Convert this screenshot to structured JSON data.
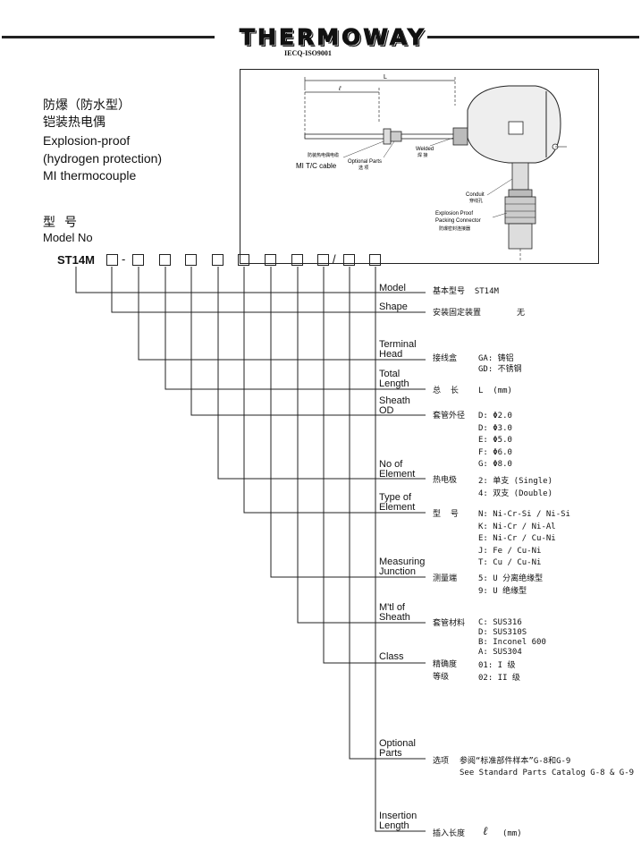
{
  "header": {
    "brand": "THERMOWAY",
    "certification": "IECQ-ISO9001"
  },
  "title": {
    "cn_line1": "防爆（防水型）",
    "cn_line2": "铠装热电偶",
    "en_line1": "Explosion-proof",
    "en_line2": "(hydrogen protection)",
    "en_line3": "MI thermocouple"
  },
  "diagram": {
    "dim_L": "L",
    "dim_l": "ℓ",
    "label_mi_cn": "防装热电偶电缆",
    "label_mi_en": "MI T/C cable",
    "label_opt_en": "Optional Parts",
    "label_opt_cn": "选 项",
    "label_welded_en": "Welded",
    "label_welded_cn": "焊 接",
    "label_conduit_en": "Conduit",
    "label_conduit_cn": "穿线孔",
    "label_packing_en1": "Explosion Proof",
    "label_packing_en2": "Packing Connector",
    "label_packing_cn": "防爆密封连接器"
  },
  "model": {
    "cn": "型号",
    "en": "Model No",
    "code": "ST14M",
    "dash": "-",
    "slash": "/"
  },
  "rows": {
    "model": {
      "label": "Model",
      "cn": "基本型号  ST14M"
    },
    "shape": {
      "label": "Shape",
      "cn": "安装固定装置",
      "value": "无"
    },
    "terminal": {
      "label1": "Terminal",
      "label2": "Head",
      "cn": "接线盒",
      "opts": "GA: 铸铝\nGD: 不锈钢"
    },
    "length": {
      "label1": "Total",
      "label2": "Length",
      "cn": "总  长",
      "opts": "L  (mm)"
    },
    "sheath": {
      "label1": "Sheath",
      "label2": "OD",
      "cn": "套管外径",
      "opts": "D: Φ2.0\nD: Φ3.0\nE: Φ5.0\nF: Φ6.0\nG: Φ8.0"
    },
    "element_no": {
      "label1": "No of",
      "label2": "Element",
      "cn": "热电极",
      "opts": "2: 单支 (Single)\n4: 双支 (Double)"
    },
    "element_type": {
      "label1": "Type of",
      "label2": "Element",
      "cn": "型  号",
      "opts": "N: Ni-Cr-Si / Ni-Si\nK: Ni-Cr / Ni-Al\nE: Ni-Cr / Cu-Ni\nJ: Fe / Cu-Ni\nT: Cu / Cu-Ni"
    },
    "junction": {
      "label1": "Measuring",
      "label2": "Junction",
      "cn": "测量端",
      "opts": "5: U 分离绝缘型\n9: U 绝缘型"
    },
    "material": {
      "label1": "M'tl of",
      "label2": "Sheath",
      "cn": "套管材料",
      "opts": "C: SUS316\nD: SUS310S\nB: Inconel 600\nA: SUS304"
    },
    "class": {
      "label": "Class",
      "cn1": "精确度",
      "cn2": "等级",
      "opts": "01: I 级\n02: II 级"
    },
    "optional": {
      "label1": "Optional",
      "label2": "Parts",
      "cn": "选项",
      "opts": "参阅“标准部件样本”G-8和G-9\nSee Standard Parts Catalog G-8 & G-9"
    },
    "insertion": {
      "label1": "Insertion",
      "label2": "Length",
      "cn": "插入长度",
      "sym": "ℓ",
      "unit": "(mm)"
    }
  }
}
